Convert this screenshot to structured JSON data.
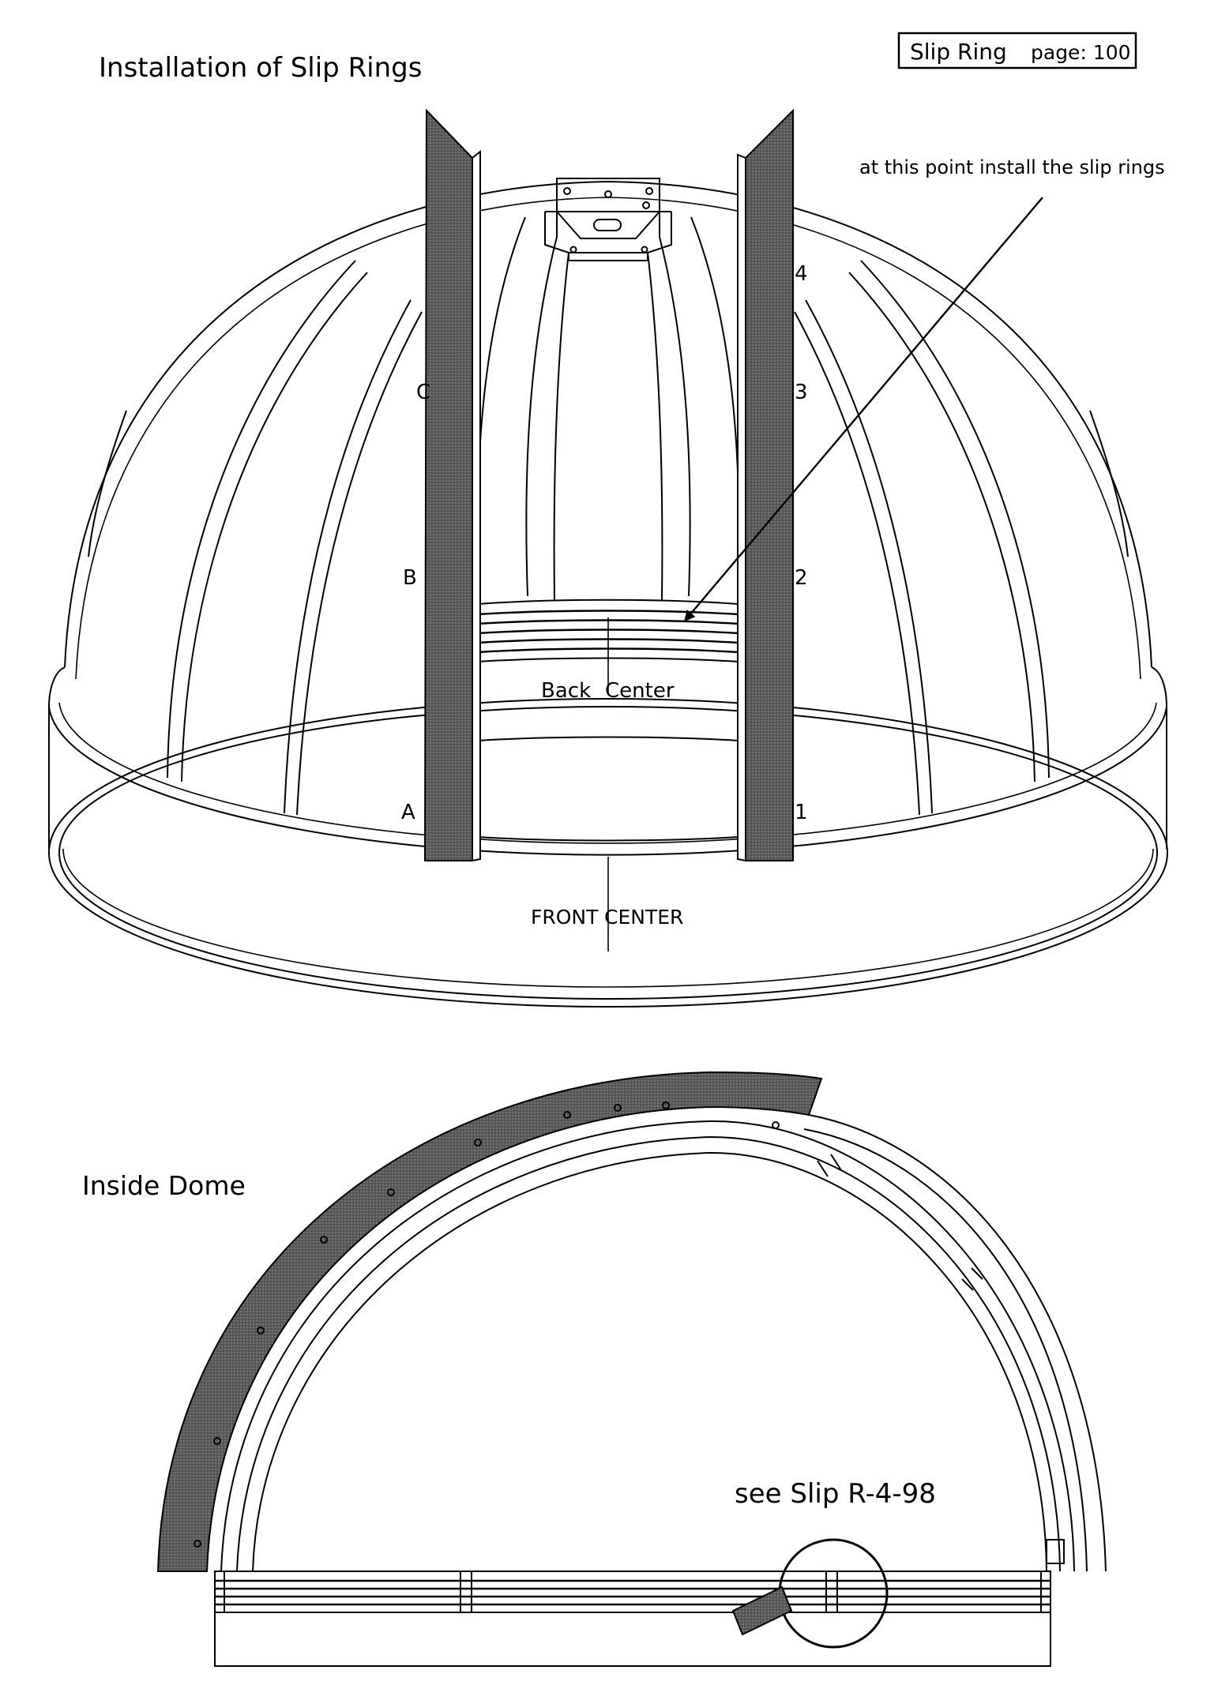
{
  "header": {
    "title": "Installation of Slip Rings",
    "badge_left": "Slip Ring",
    "badge_right": "page: 100"
  },
  "top_view": {
    "callout": "at this point install the slip rings",
    "back_label_1": "Back",
    "back_label_2": "Center",
    "front_label_1": "FRONT",
    "front_label_2": "CENTER",
    "left_markers": [
      "C",
      "B",
      "A"
    ],
    "right_markers": [
      "4",
      "3",
      "2",
      "1"
    ]
  },
  "bottom_view": {
    "title": "Inside Dome",
    "reference": "see Slip R-4-98"
  },
  "colors": {
    "ink": "#000000",
    "shutter_fill": "#6e6e6e",
    "paper": "#ffffff"
  }
}
